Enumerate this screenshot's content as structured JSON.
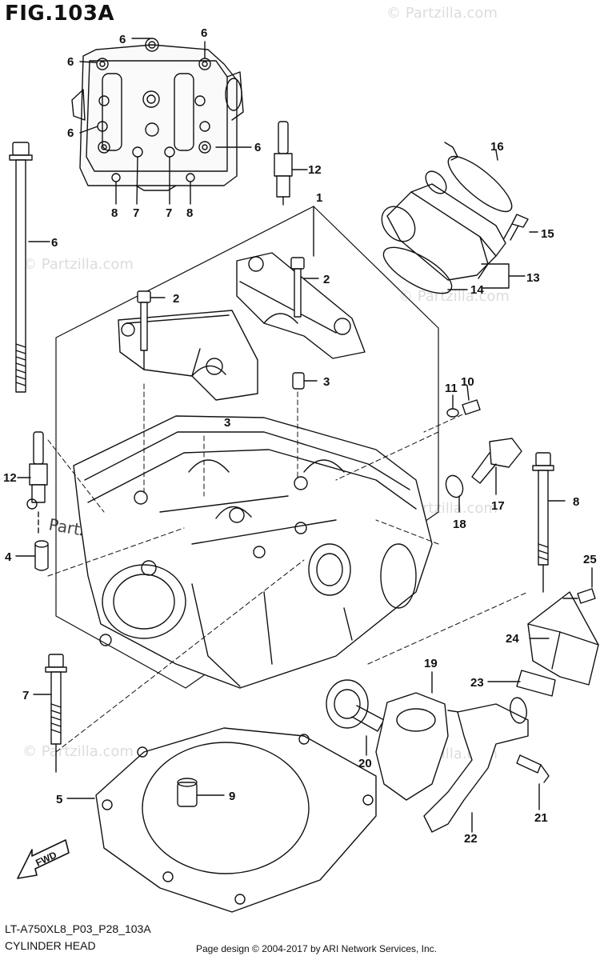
{
  "figure": {
    "title": "FIG.103A",
    "footer_code": "LT-A750XL8_P03_P28_103A",
    "footer_name": "CYLINDER HEAD",
    "credit": "Page design © 2004-2017 by ARI Network Services, Inc.",
    "fwd_label": "FWD"
  },
  "watermark": {
    "text": "© Partzilla.com",
    "text_center": "Partzilla.com"
  },
  "callouts": {
    "c1": "1",
    "c2a": "2",
    "c2b": "2",
    "c3a": "3",
    "c3b": "3",
    "c4": "4",
    "c5": "5",
    "c6a": "6",
    "c6b": "6",
    "c6c": "6",
    "c6d": "6",
    "c6e": "6",
    "c6f": "6",
    "c7a": "7",
    "c7b": "7",
    "c7c": "7",
    "c8a": "8",
    "c8b": "8",
    "c8c": "8",
    "c9": "9",
    "c10": "10",
    "c11": "11",
    "c12a": "12",
    "c12b": "12",
    "c13": "13",
    "c14": "14",
    "c15": "15",
    "c16": "16",
    "c17": "17",
    "c18": "18",
    "c19": "19",
    "c20": "20",
    "c21": "21",
    "c22": "22",
    "c23": "23",
    "c24": "24",
    "c25": "25"
  }
}
